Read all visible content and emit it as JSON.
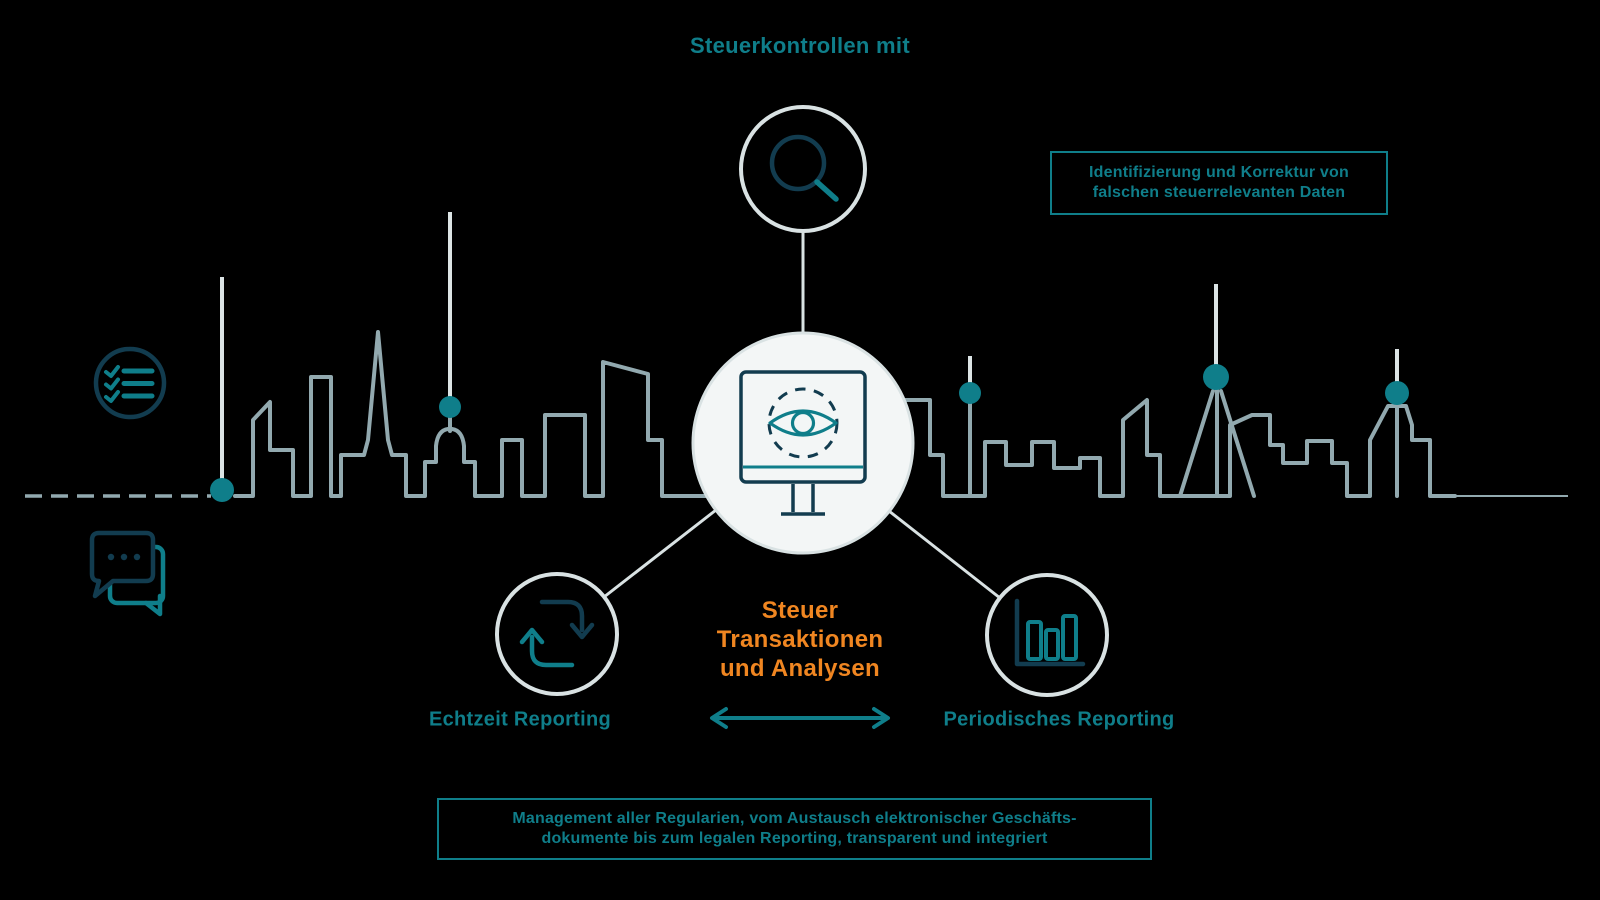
{
  "title": "Steuerkontrollen mit",
  "colors": {
    "teal": "#0f7e8a",
    "navy": "#123c4f",
    "orange": "#f08621",
    "skyline": "#92a9af",
    "lightline": "#dce4e5",
    "circlestroke": "#d9e2e3",
    "circlefill": "#f3f6f6",
    "background": "#000000"
  },
  "callouts": {
    "top_right": "Identifizierung und Korrektur von\nfalschen steuerrelevanten Daten",
    "bottom": "Management aller Regularien, vom Austausch elektronischer Geschäfts-\ndokumente bis zum legalen Reporting, transparent und integriert"
  },
  "center_node": {
    "label": "Steuer\nTransaktionen\nund Analysen",
    "icon": "monitor-eye-icon"
  },
  "nodes": {
    "search": {
      "icon": "magnifier-icon"
    },
    "realtime": {
      "label": "Echtzeit Reporting",
      "icon": "sync-icon"
    },
    "periodic": {
      "label": "Periodisches Reporting",
      "icon": "bar-chart-icon"
    }
  },
  "side_icons": [
    {
      "name": "checklist-icon"
    },
    {
      "name": "chat-bubbles-icon"
    }
  ]
}
